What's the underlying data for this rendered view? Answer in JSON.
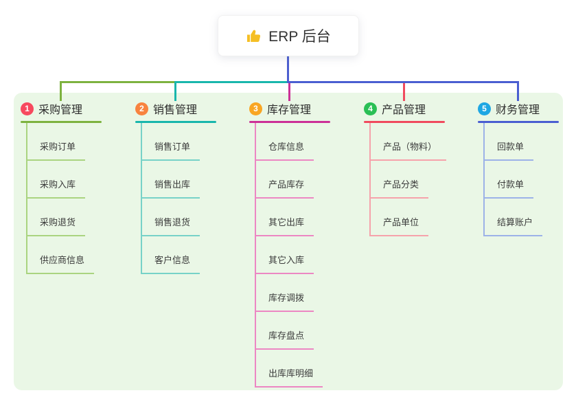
{
  "root": {
    "title": "ERP 后台",
    "icon": "thumbs-up-icon"
  },
  "colors": {
    "page_bg": "#ffffff",
    "panel_bg": "#eaf7e6",
    "stem": "#4c5fd0",
    "root_text": "#333333",
    "thumb_icon": "#f5bf25"
  },
  "branches": [
    {
      "index": "1",
      "label": "采购管理",
      "badge_color": "#f7495e",
      "line_color": "#7db23f",
      "child_line_color": "#aad480",
      "children": [
        "采购订单",
        "采购入库",
        "采购退货",
        "供应商信息"
      ]
    },
    {
      "index": "2",
      "label": "销售管理",
      "badge_color": "#f8833f",
      "line_color": "#19b6ac",
      "child_line_color": "#77d2c8",
      "children": [
        "销售订单",
        "销售出库",
        "销售退货",
        "客户信息"
      ]
    },
    {
      "index": "3",
      "label": "库存管理",
      "badge_color": "#f9a623",
      "line_color": "#cc3097",
      "child_line_color": "#ec87c3",
      "children": [
        "仓库信息",
        "产品库存",
        "其它出库",
        "其它入库",
        "库存调拨",
        "库存盘点",
        "出库库明细"
      ]
    },
    {
      "index": "4",
      "label": "产品管理",
      "badge_color": "#2abf55",
      "line_color": "#f04a5e",
      "child_line_color": "#f6a2ab",
      "children": [
        "产品（物料）",
        "产品分类",
        "产品单位"
      ]
    },
    {
      "index": "5",
      "label": "财务管理",
      "badge_color": "#1fa7e3",
      "line_color": "#4a5ed1",
      "child_line_color": "#9cb2e8",
      "children": [
        "回款单",
        "付款单",
        "结算账户"
      ]
    }
  ]
}
